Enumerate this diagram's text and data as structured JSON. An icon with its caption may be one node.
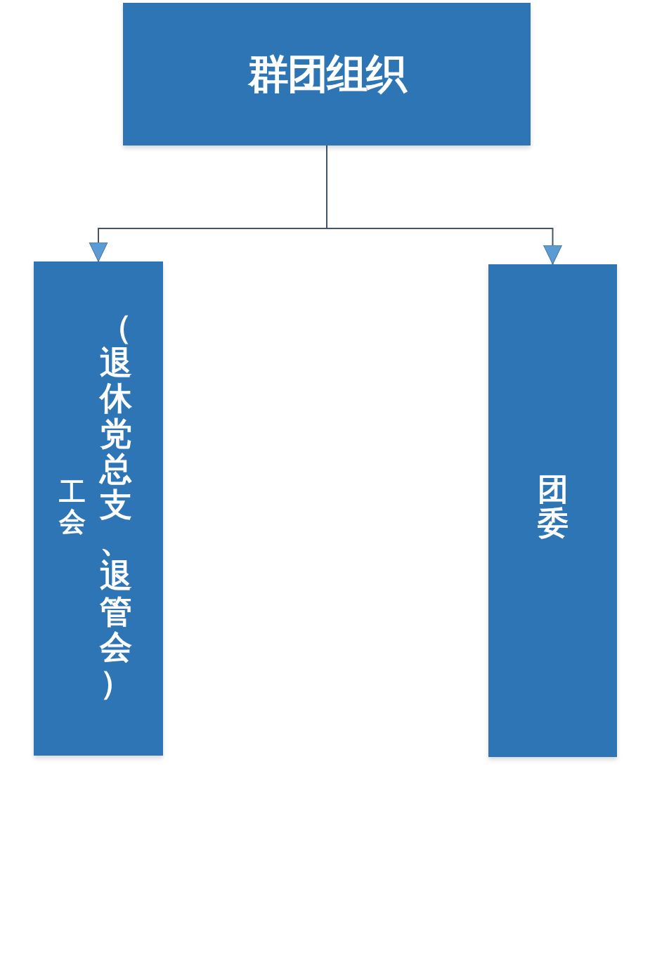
{
  "diagram": {
    "nodes": [
      {
        "text": [
          "群团组织"
        ]
      },
      {
        "text": [
          "工会",
          "（退休党总支、退管会）"
        ]
      },
      {
        "text": [
          "团委"
        ]
      }
    ],
    "edges": [
      {
        "from": 0,
        "to": 1,
        "arrow": "to"
      },
      {
        "from": 0,
        "to": 2,
        "arrow": "to"
      }
    ]
  }
}
